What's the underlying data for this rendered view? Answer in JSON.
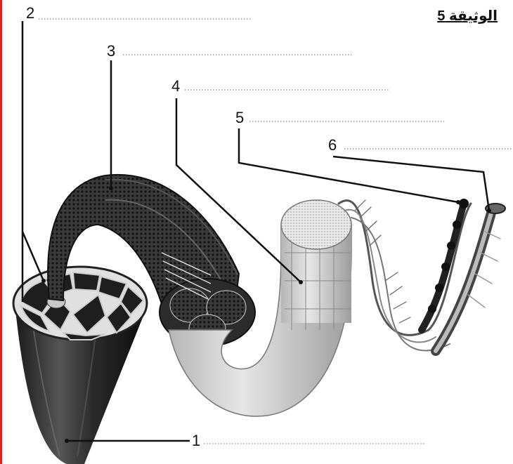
{
  "document": {
    "title": "الوثيقة  5",
    "labels": [
      {
        "id": "label-1",
        "number": "1"
      },
      {
        "id": "label-2",
        "number": "2"
      },
      {
        "id": "label-3",
        "number": "3"
      },
      {
        "id": "label-4",
        "number": "4"
      },
      {
        "id": "label-5",
        "number": "5"
      },
      {
        "id": "label-6",
        "number": "6"
      }
    ]
  },
  "colors": {
    "edge_accent": "#e0201c",
    "ink": "#111111",
    "dotted_line": "#8a8a8a"
  }
}
